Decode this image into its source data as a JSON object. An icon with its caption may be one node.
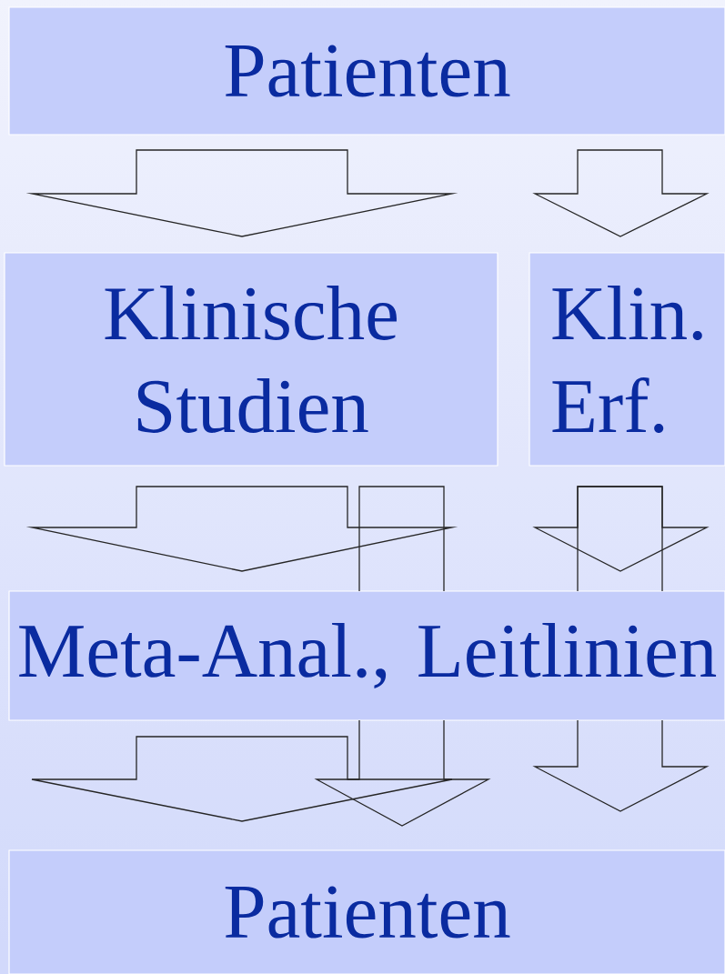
{
  "diagram": {
    "nodes": [
      {
        "text": [
          "Patienten"
        ]
      },
      {
        "text": [
          "Klinische Studien"
        ]
      },
      {
        "text": [
          "Klin. Erf."
        ]
      },
      {
        "text": [
          "Meta-Anal., Leitlinien"
        ]
      },
      {
        "text": [
          "Patienten"
        ]
      }
    ],
    "edges": [
      {
        "from": 0,
        "to": 1,
        "arrow": "to"
      },
      {
        "from": 0,
        "to": 2,
        "arrow": "to"
      },
      {
        "from": 1,
        "to": 3,
        "arrow": "to"
      },
      {
        "from": 1,
        "to": 4,
        "arrow": "to"
      },
      {
        "from": 2,
        "to": 3,
        "arrow": "to"
      },
      {
        "from": 2,
        "to": 4,
        "arrow": "to"
      },
      {
        "from": 3,
        "to": 4,
        "arrow": "to"
      }
    ]
  }
}
